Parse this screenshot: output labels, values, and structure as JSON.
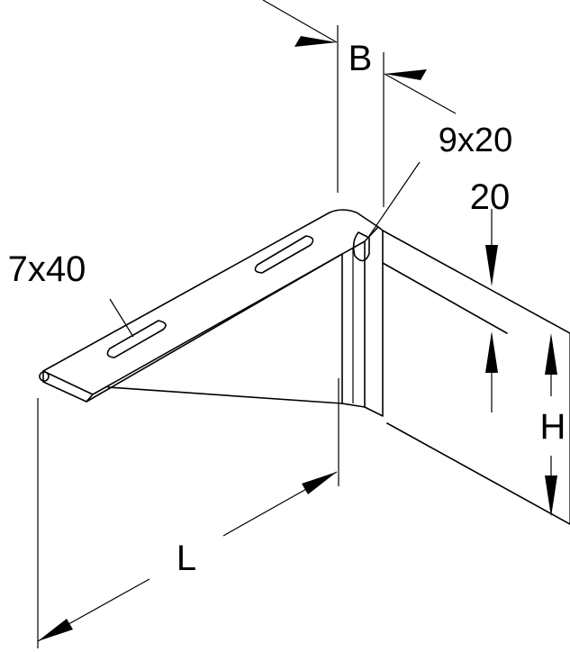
{
  "labels": {
    "width": "B",
    "length": "L",
    "height": "H",
    "slot_top": "9x20",
    "slot_arm": "7x40",
    "offset": "20"
  }
}
